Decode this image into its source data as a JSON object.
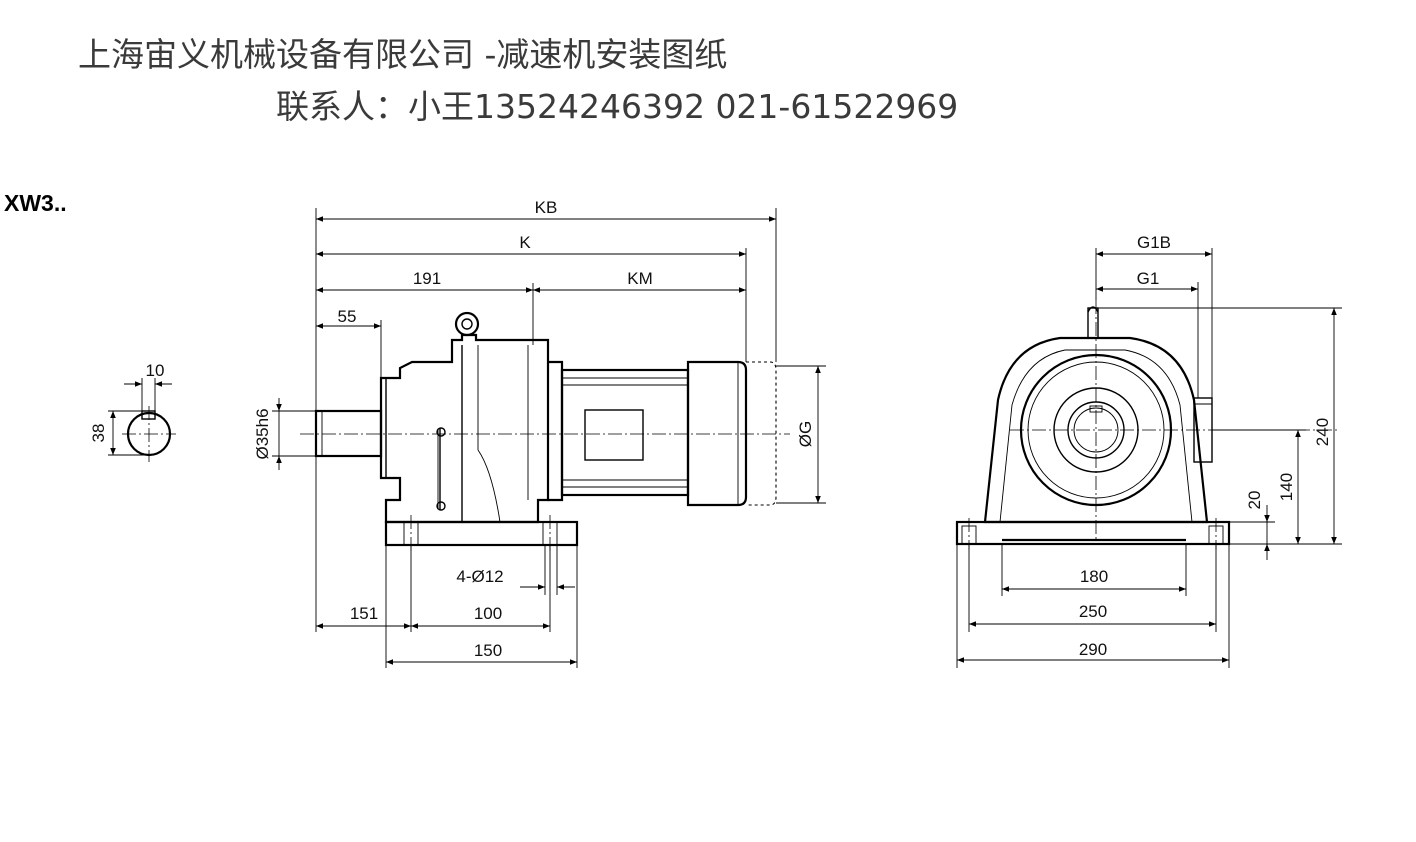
{
  "header": {
    "line1": "上海宙义机械设备有限公司 -减速机安装图纸",
    "line2": "联系人：小王13524246392 021-61522969"
  },
  "model": "XW3..",
  "key_view": {
    "width": "10",
    "height": "38"
  },
  "side_view": {
    "kb": "KB",
    "k": "K",
    "d191": "191",
    "km": "KM",
    "d55": "55",
    "shaft": "Ø35h6",
    "g": "ØG",
    "holes": "4-Ø12",
    "d151": "151",
    "d100": "100",
    "d150": "150"
  },
  "front_view": {
    "g1b": "G1B",
    "g1": "G1",
    "d240": "240",
    "d140": "140",
    "d20": "20",
    "d180": "180",
    "d250": "250",
    "d290": "290"
  }
}
